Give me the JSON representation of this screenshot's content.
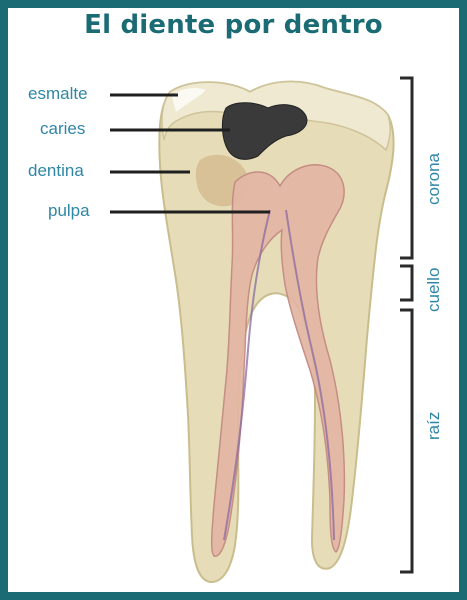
{
  "title": "El diente por dentro",
  "labels": {
    "esmalte": "esmalte",
    "caries": "caries",
    "dentina": "dentina",
    "pulpa": "pulpa"
  },
  "sections": {
    "corona": "corona",
    "cuello": "cuello",
    "raiz": "raíz"
  },
  "colors": {
    "frame": "#1b6b74",
    "label": "#2f86a6",
    "enamel": "#e9e1c3",
    "dentin": "#d8cfa0",
    "pulp": "#d9a88e",
    "caries": "#333333"
  }
}
